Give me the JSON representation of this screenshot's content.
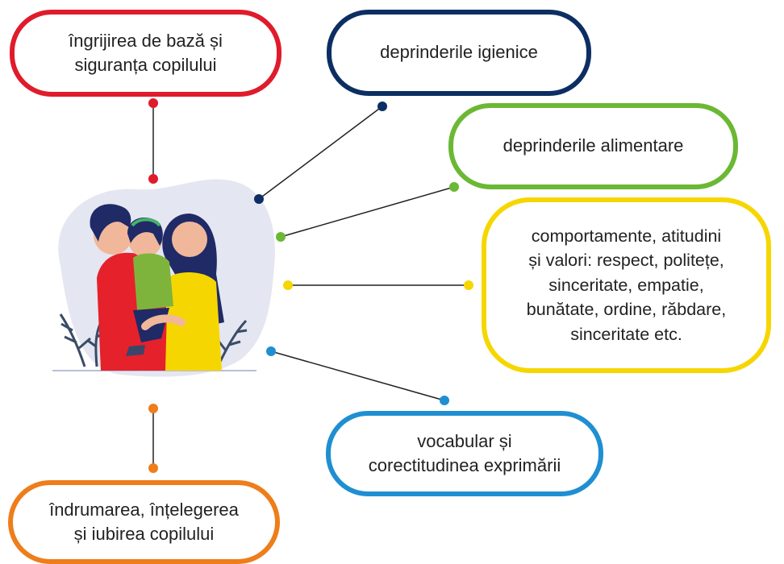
{
  "nodes": {
    "basic_care": "îngrijirea de bază și\nsiguranța copilului",
    "hygiene": "deprinderile igienice",
    "eating": "deprinderile alimentare",
    "values": "comportamente, atitudini\nși valori: respect, politețe,\nsinceritate, empatie,\nbunătate, ordine, răbdare,\nsinceritate etc.",
    "vocabulary": "vocabular și\ncorectitudinea exprimării",
    "guidance": "îndrumarea, înțelegerea\nși iubirea copilului"
  },
  "colors": {
    "red": "#e01b2b",
    "navy": "#0c2e62",
    "green": "#6bb834",
    "yellow": "#f6d600",
    "blue": "#1f8fd2",
    "orange": "#ee7d1a"
  },
  "illustration": "family-illustration"
}
